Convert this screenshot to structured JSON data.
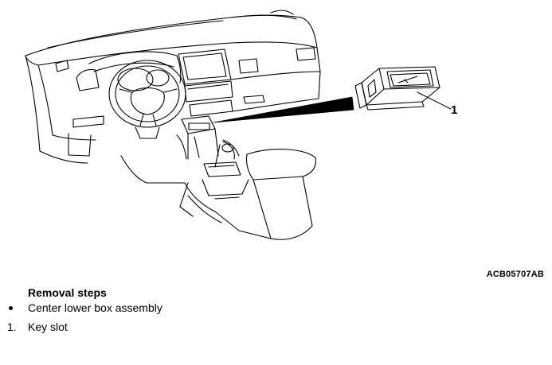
{
  "diagram": {
    "callout_number": "1",
    "figure_code": "ACB05707AB"
  },
  "steps": {
    "heading": "Removal steps",
    "items": [
      {
        "marker": "",
        "marker_type": "bullet",
        "text": "Center lower box assembly"
      },
      {
        "marker": "1.",
        "marker_type": "number",
        "text": "Key slot"
      }
    ]
  }
}
